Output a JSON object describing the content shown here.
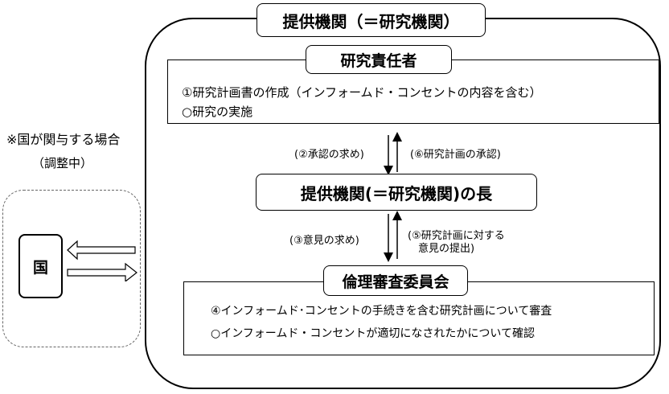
{
  "provider": {
    "title": "提供機関（＝研究機関）"
  },
  "researcher": {
    "title": "研究責任者",
    "lines": [
      "①研究計画書の作成（インフォームド・コンセントの内容を含む）",
      "○研究の実施"
    ]
  },
  "head": {
    "title": "提供機関(＝研究機関)の長"
  },
  "ethics": {
    "title": "倫理審査委員会",
    "lines": [
      "④インフォームド･コンセントの手続きを含む研究計画について審査",
      "○インフォームド・コンセントが適切になされたかについて確認"
    ]
  },
  "arrows": {
    "request_approval": "(②承認の求め)",
    "plan_approval": "(⑥研究計画の承認)",
    "request_opinion": "(③意見の求め)",
    "opinion_line1": "(⑤研究計画に対する",
    "opinion_line2": "意見の提出)"
  },
  "government": {
    "note": "※国が関与する場合",
    "status": "（調整中）",
    "label": "国"
  }
}
